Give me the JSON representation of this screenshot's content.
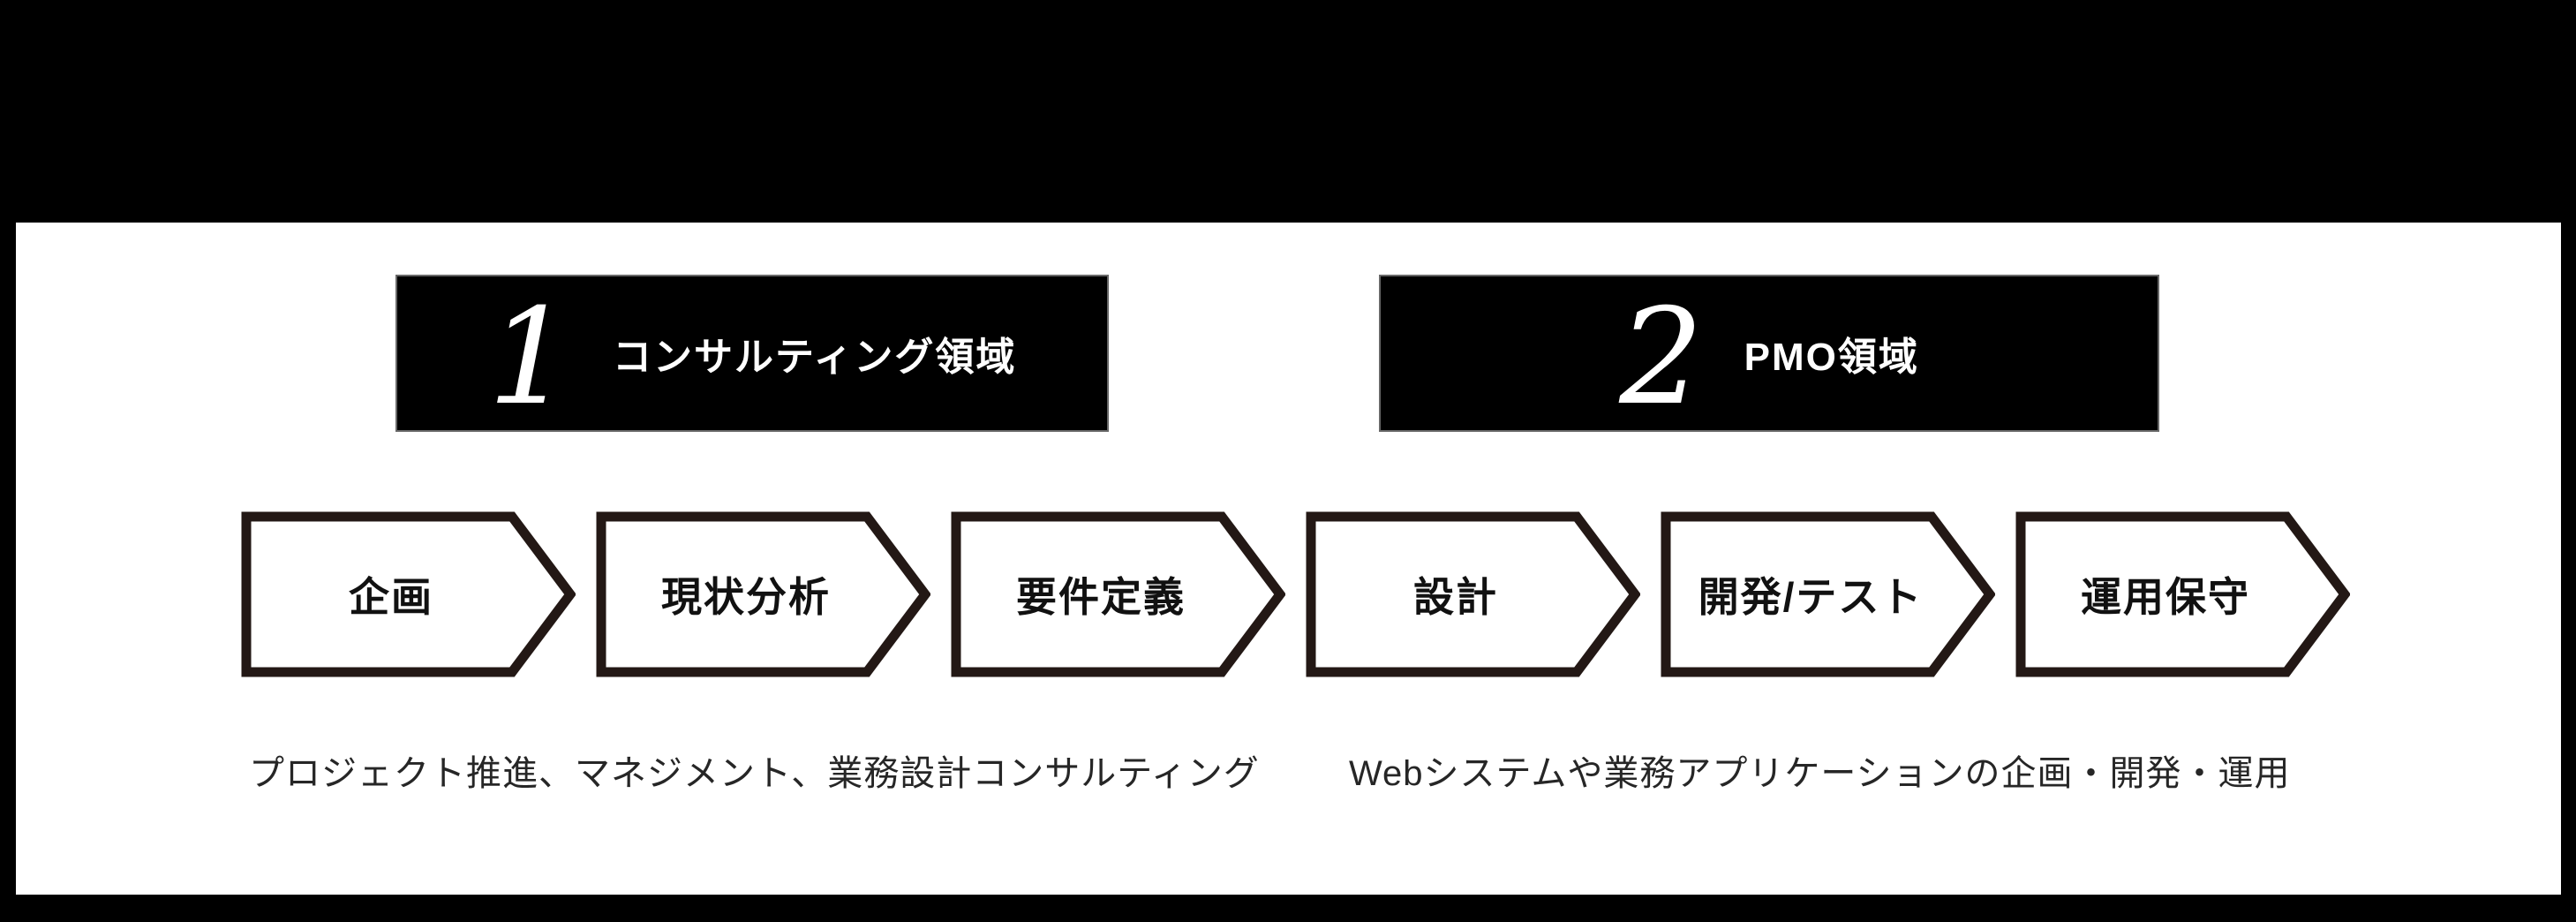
{
  "page": {
    "background_color": "#000000",
    "panel_color": "#ffffff"
  },
  "sections": [
    {
      "number": "1",
      "title": "コンサルティング領域",
      "description": "プロジェクト推進、マネジメント、業務設計コンサルティング"
    },
    {
      "number": "2",
      "title": "PMO領域",
      "description": "Webシステムや業務アプリケーションの企画・開発・運用"
    }
  ],
  "process_steps": [
    {
      "label": "企画"
    },
    {
      "label": "現状分析"
    },
    {
      "label": "要件定義"
    },
    {
      "label": "設計"
    },
    {
      "label": "開発/テスト"
    },
    {
      "label": "運用保守"
    }
  ],
  "colors": {
    "header_box_bg": "#000000",
    "header_box_border": "#686868",
    "header_text": "#ffffff",
    "arrow_outline": "#231815",
    "arrow_fill": "#ffffff",
    "step_text": "#111111",
    "description_text": "#262626"
  }
}
